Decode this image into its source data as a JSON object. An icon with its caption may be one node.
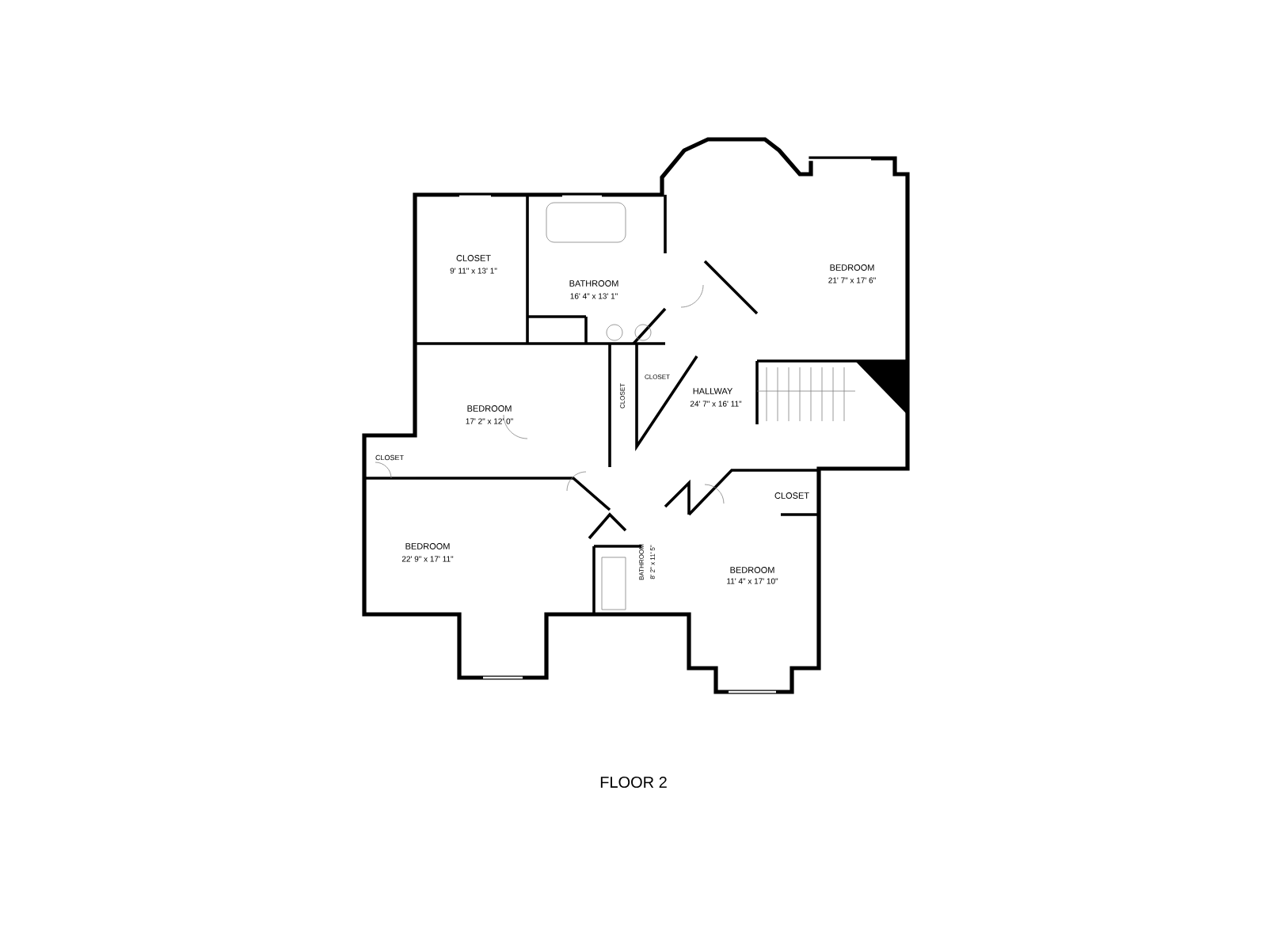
{
  "diagram": {
    "caption": "FLOOR 2",
    "labels": [
      "CLOSET",
      "9' 11\" x 13' 1\"",
      "BEDROOM",
      "21' 7\" x 17' 6\"",
      "BATHROOM",
      "16' 4\" x 13' 1\"",
      "BEDROOM",
      "17' 2\" x 12' 0\"",
      "CLOSET",
      "CLOSET",
      "HALLWAY",
      "24' 7\" x 16' 11\"",
      "CLOSET",
      "CLOSET",
      "BEDROOM",
      "22' 9\" x 17' 11\"",
      "BATHROOM",
      "8' 2\" x 11' 5\"",
      "BEDROOM",
      "11' 4\" x 17' 10\""
    ]
  }
}
